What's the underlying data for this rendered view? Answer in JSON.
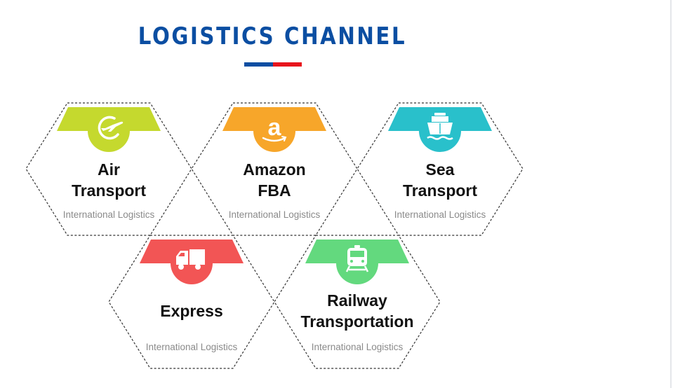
{
  "header": {
    "title": "LOGISTICS CHANNEL",
    "underline_colors": [
      "#0b4ea2",
      "#e8141c"
    ]
  },
  "cards": [
    {
      "title_line1": "Air",
      "title_line2": "Transport",
      "subtitle": "International Logistics",
      "icon": "airplane-takeoff-icon",
      "color": "#c5d92e"
    },
    {
      "title_line1": "Amazon",
      "title_line2": "FBA",
      "subtitle": "International Logistics",
      "icon": "amazon-logo-icon",
      "color": "#f7a62a"
    },
    {
      "title_line1": "Sea",
      "title_line2": "Transport",
      "subtitle": "International Logistics",
      "icon": "ship-icon",
      "color": "#29c0cb"
    },
    {
      "title_line1": "Express",
      "title_line2": "",
      "subtitle": "International Logistics",
      "icon": "truck-icon",
      "color": "#f25555"
    },
    {
      "title_line1": "Railway",
      "title_line2": "Transportation",
      "subtitle": "International Logistics",
      "icon": "train-icon",
      "color": "#63d97e"
    }
  ]
}
